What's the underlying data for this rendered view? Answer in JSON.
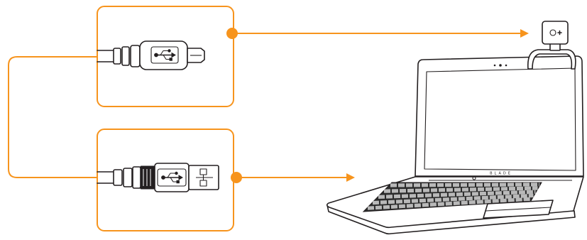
{
  "colors": {
    "accent": "#f7941d",
    "outline": "#231f20",
    "background": "#ffffff"
  },
  "connectors": [
    {
      "type": "micro-usb",
      "icon": "usb-icon"
    },
    {
      "type": "usb-a",
      "icon": "usb-icon"
    }
  ],
  "devices": {
    "webcam": {
      "icon": "webcam-icon"
    },
    "laptop": {
      "icon": "laptop-icon",
      "logo_text": "BLADE"
    }
  }
}
